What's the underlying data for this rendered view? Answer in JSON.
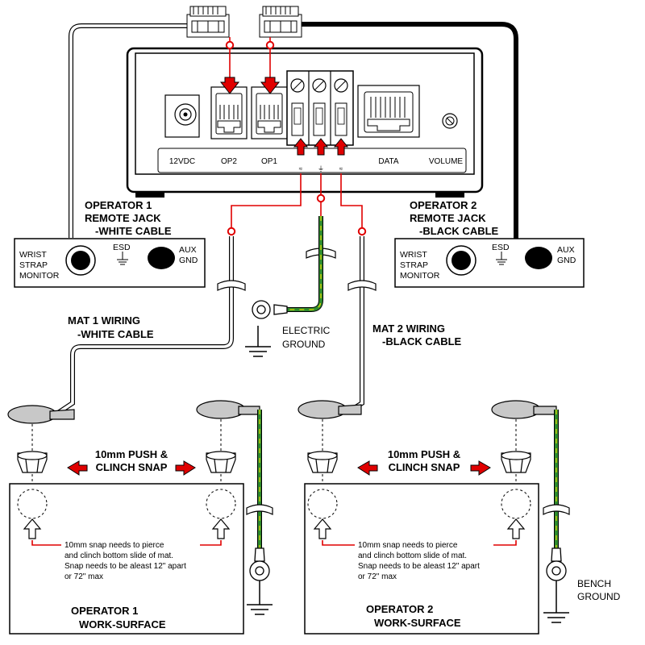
{
  "monitor": {
    "ports": {
      "dc": "12VDC",
      "op2": "OP2",
      "op1": "OP1",
      "data": "DATA",
      "volume": "VOLUME"
    },
    "terminal_marks": {
      "left": "≈",
      "middle": "⏚",
      "right": "≈"
    }
  },
  "remote_jack_1": {
    "title_lines": [
      "OPERATOR 1",
      "REMOTE JACK",
      "-WHITE CABLE"
    ],
    "wrist_lines": [
      "WRIST",
      "STRAP",
      "MONITOR"
    ],
    "esd": "ESD",
    "aux_lines": [
      "AUX",
      "GND"
    ]
  },
  "remote_jack_2": {
    "title_lines": [
      "OPERATOR 2",
      "REMOTE JACK",
      "-BLACK CABLE"
    ],
    "wrist_lines": [
      "WRIST",
      "STRAP",
      "MONITOR"
    ],
    "esd": "ESD",
    "aux_lines": [
      "AUX",
      "GND"
    ]
  },
  "electric_ground": [
    "ELECTRIC",
    "GROUND"
  ],
  "mat1_wiring": [
    "MAT 1 WIRING",
    "-WHITE CABLE"
  ],
  "mat2_wiring": [
    "MAT 2 WIRING",
    "-BLACK CABLE"
  ],
  "snap_label_1": [
    "10mm PUSH &",
    "CLINCH SNAP"
  ],
  "snap_label_2": [
    "10mm PUSH &",
    "CLINCH SNAP"
  ],
  "note_1": [
    "10mm snap needs to pierce",
    "and clinch bottom slide of mat.",
    "Snap needs to be aleast 12\" apart",
    "or 72\" max"
  ],
  "note_2": [
    "10mm snap needs to pierce",
    "and clinch bottom slide of mat.",
    "Snap needs to be aleast 12\" apart",
    "or 72\" max"
  ],
  "work_surface_1": [
    "OPERATOR 1",
    "WORK-SURFACE"
  ],
  "work_surface_2": [
    "OPERATOR 2",
    "WORK-SURFACE"
  ],
  "bench_ground": [
    "BENCH",
    "GROUND"
  ],
  "colors": {
    "red_wire": "#e00000",
    "arrow_red": "#e00000",
    "ground_green": "#2e8b2e",
    "ground_yellow": "#e8d800",
    "cable_black": "#000000",
    "snap_grey": "#c8c8c8"
  }
}
